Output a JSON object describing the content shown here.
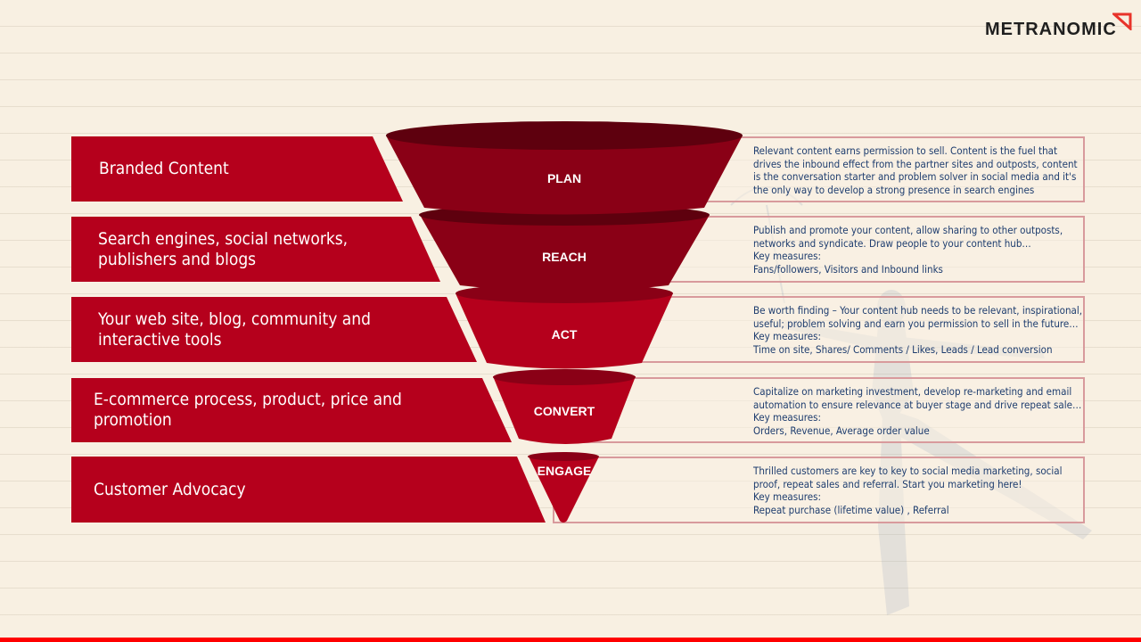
{
  "brand": {
    "name": "METRANOMIC",
    "accent_color": "#e8332a"
  },
  "colors": {
    "bar_red": "#b5001c",
    "funnel_dark": "#8a0016",
    "funnel_rim": "#5e000e",
    "box_border": "#d89a9c",
    "desc_text": "#1d3c6e",
    "background": "#f8f0e2",
    "bottom_bar": "#ff0000"
  },
  "stages": [
    {
      "name": "PLAN",
      "channel": "Branded Content",
      "description": "Relevant content earns permission to sell. Content is the fuel that drives the inbound effect from the partner sites and outposts, content is the conversation starter and problem solver in social media and it's the only way to develop a strong presence in search engines",
      "key_measures_label": "",
      "key_measures": ""
    },
    {
      "name": "REACH",
      "channel": "Search engines, social networks, publishers and blogs",
      "description": "Publish and promote your content, allow sharing to other outposts, networks and syndicate. Draw people to your content hub…",
      "key_measures_label": "Key measures:",
      "key_measures": "Fans/followers, Visitors and Inbound links"
    },
    {
      "name": "ACT",
      "channel": "Your web site, blog, community and interactive tools",
      "description": "Be worth finding – Your content hub needs to be relevant, inspirational, useful; problem solving and earn you permission to sell in the future…",
      "key_measures_label": "Key measures:",
      "key_measures": "Time on site, Shares/ Comments / Likes, Leads / Lead conversion"
    },
    {
      "name": "CONVERT",
      "channel": "E-commerce process, product, price and promotion",
      "description": "Capitalize on marketing investment, develop re-marketing and email automation to ensure relevance at buyer stage and drive repeat sale…",
      "key_measures_label": "Key measures:",
      "key_measures": "Orders, Revenue,  Average order value"
    },
    {
      "name": "ENGAGE",
      "channel": "Customer Advocacy",
      "description": "Thrilled customers are key to key to social media marketing, social proof, repeat sales and referral. Start you marketing here!",
      "key_measures_label": "Key measures:",
      "key_measures": "Repeat purchase (lifetime value) , Referral"
    }
  ]
}
